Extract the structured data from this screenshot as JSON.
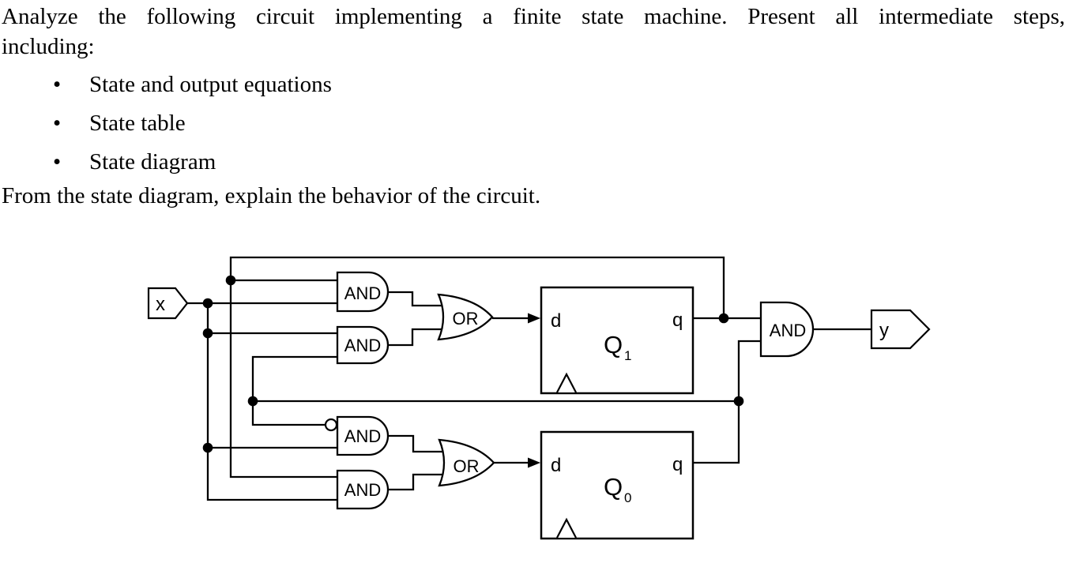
{
  "question": {
    "line1": "Analyze the following circuit implementing a finite state machine. Present all intermediate steps,",
    "line2": "including:",
    "bullet_char": "•",
    "bullets": [
      "State and output equations",
      "State table",
      "State diagram"
    ],
    "footer": "From the state diagram, explain the behavior of the circuit."
  },
  "circuit": {
    "input_label": "x",
    "output_label": "y",
    "and_label": "AND",
    "or_label": "OR",
    "flipflops": [
      {
        "d_label": "d",
        "q_label": "q",
        "name": "Q",
        "subscript": "1"
      },
      {
        "d_label": "d",
        "q_label": "q",
        "name": "Q",
        "subscript": "0"
      }
    ]
  },
  "colors": {
    "ink": "#000000",
    "background": "#ffffff"
  }
}
